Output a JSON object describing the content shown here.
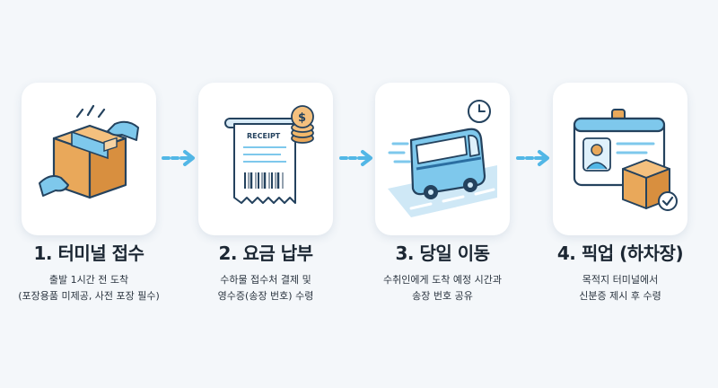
{
  "steps": [
    {
      "title": "1. 터미널 접수",
      "desc1": "출발 1시간 전 도착",
      "desc2": "(포장용품 미제공, 사전 포장 필수)",
      "icon": "box-handover-icon"
    },
    {
      "title": "2. 요금 납부",
      "desc1": "수하물 접수처 결제 및",
      "desc2": "영수증(송장 번호) 수령",
      "icon": "receipt-coins-icon",
      "receipt_label": "RECEIPT"
    },
    {
      "title": "3. 당일 이동",
      "desc1": "수취인에게 도착 예정 시간과",
      "desc2": "송장 번호 공유",
      "icon": "bus-clock-icon"
    },
    {
      "title": "4. 픽업 (하차장)",
      "desc1": "목적지 터미널에서",
      "desc2": "신분증 제시 후 수령",
      "icon": "id-card-box-icon"
    }
  ],
  "colors": {
    "accent": "#52b7e6",
    "box": "#e9a85a",
    "outline": "#24425e",
    "background": "#f4f7fa"
  }
}
